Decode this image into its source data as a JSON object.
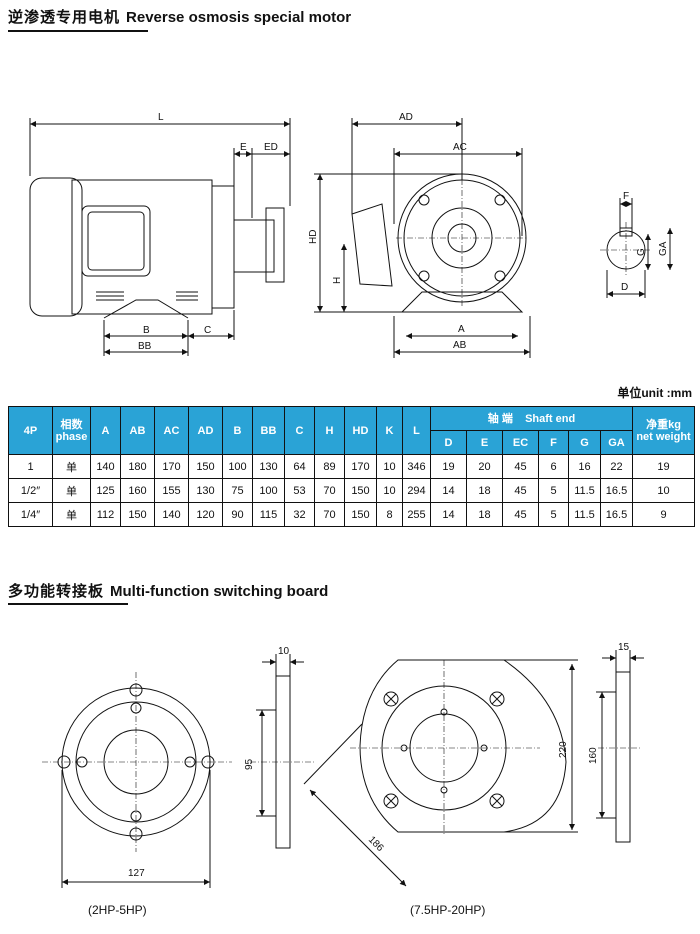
{
  "section1": {
    "title_cn": "逆渗透专用电机",
    "title_en": "Reverse osmosis special motor"
  },
  "motor_labels": {
    "L": "L",
    "E": "E",
    "ED": "ED",
    "B": "B",
    "BB": "BB",
    "C": "C",
    "AD": "AD",
    "AC": "AC",
    "HD": "HD",
    "H": "H",
    "A": "A",
    "AB": "AB",
    "F": "F",
    "G": "G",
    "GA": "GA",
    "D": "D"
  },
  "unit_note": "单位unit :mm",
  "table": {
    "h_4p": "4P",
    "h_phase_cn": "相数",
    "h_phase_en": "phase",
    "h_A": "A",
    "h_AB": "AB",
    "h_AC": "AC",
    "h_AD": "AD",
    "h_B": "B",
    "h_BB": "BB",
    "h_C": "C",
    "h_H": "H",
    "h_HD": "HD",
    "h_K": "K",
    "h_L": "L",
    "h_shaft_cn": "轴 端",
    "h_shaft_en": "Shaft end",
    "h_weight_cn": "净重kg",
    "h_weight_en": "net weight",
    "h_D": "D",
    "h_E": "E",
    "h_EC": "EC",
    "h_F": "F",
    "h_G": "G",
    "h_GA": "GA",
    "rows": [
      [
        "1",
        "单",
        "140",
        "180",
        "170",
        "150",
        "100",
        "130",
        "64",
        "89",
        "170",
        "10",
        "346",
        "19",
        "20",
        "45",
        "6",
        "16",
        "22",
        "19"
      ],
      [
        "1/2″",
        "单",
        "125",
        "160",
        "155",
        "130",
        "75",
        "100",
        "53",
        "70",
        "150",
        "10",
        "294",
        "14",
        "18",
        "45",
        "5",
        "11.5",
        "16.5",
        "10"
      ],
      [
        "1/4″",
        "单",
        "112",
        "150",
        "140",
        "120",
        "90",
        "115",
        "32",
        "70",
        "150",
        "8",
        "255",
        "14",
        "18",
        "45",
        "5",
        "11.5",
        "16.5",
        "9"
      ]
    ]
  },
  "section2": {
    "title_cn": "多功能转接板",
    "title_en": "Multi-function switching board"
  },
  "board_labels": {
    "dim_127": "127",
    "dim_10": "10",
    "dim_95": "95",
    "dim_186": "186",
    "dim_220": "220",
    "dim_15": "15",
    "dim_160": "160"
  },
  "captions": {
    "small": "(2HP-5HP)",
    "large": "(7.5HP-20HP)"
  }
}
